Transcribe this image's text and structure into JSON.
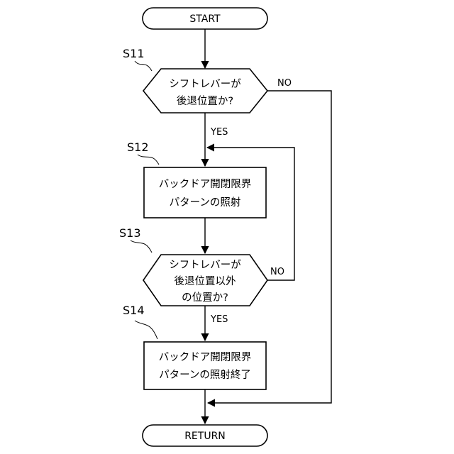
{
  "start": {
    "label": "START"
  },
  "s11": {
    "step": "S11",
    "lines": [
      "シフトレバーが",
      "後退位置か?"
    ],
    "no_label": "NO",
    "yes_label": "YES"
  },
  "s12": {
    "step": "S12",
    "lines": [
      "バックドア開閉限界",
      "パターンの照射"
    ]
  },
  "s13": {
    "step": "S13",
    "lines": [
      "シフトレバーが",
      "後退位置以外",
      "の位置か?"
    ],
    "no_label": "NO",
    "yes_label": "YES"
  },
  "s14": {
    "step": "S14",
    "lines": [
      "バックドア開閉限界",
      "パターンの照射終了"
    ]
  },
  "end": {
    "label": "RETURN"
  }
}
